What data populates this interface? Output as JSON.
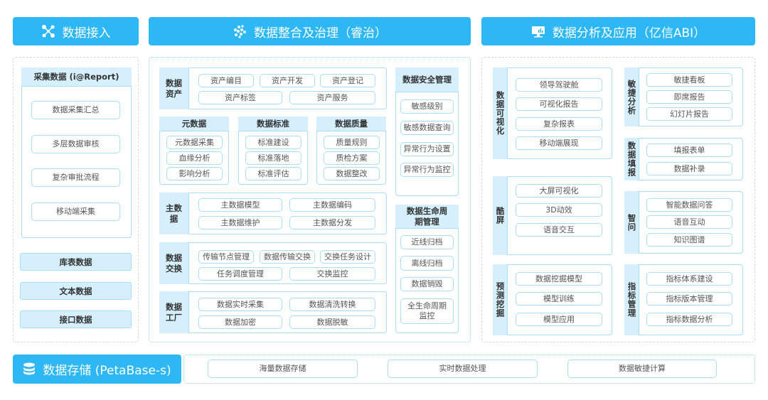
{
  "colors": {
    "header": "#2db7f5",
    "section_fill": "#d5f0fc",
    "border": "#a9dcf5"
  },
  "headers": [
    {
      "label": "数据接入",
      "icon": "network-nodes-icon"
    },
    {
      "label": "数据整合及治理（睿治）",
      "icon": "dots-grid-icon"
    },
    {
      "label": "数据分析及应用（亿信ABI）",
      "icon": "monitor-chart-icon"
    },
    {
      "label": "数据存储 (PetaBase-s)",
      "icon": "database-icon"
    }
  ],
  "ingest": {
    "collect": {
      "title": "采集数据 (i@Report)",
      "items": [
        "数据采集汇总",
        "多层数据审核",
        "复杂审批流程",
        "移动端采集"
      ]
    },
    "others": [
      "库表数据",
      "文本数据",
      "接口数据"
    ]
  },
  "governance": {
    "asset": {
      "title": "数据资产",
      "items": [
        "资产编目",
        "资产开发",
        "资产登记",
        "资产标签",
        "资产服务"
      ]
    },
    "meta": {
      "title": "元数据",
      "items": [
        "元数据采集",
        "血缘分析",
        "影响分析"
      ]
    },
    "standard": {
      "title": "数据标准",
      "items": [
        "标准建设",
        "标准落地",
        "标准评估"
      ]
    },
    "quality": {
      "title": "数据质量",
      "items": [
        "质量规则",
        "质检方案",
        "数据整改"
      ]
    },
    "master": {
      "title": "主数据",
      "items": [
        "主数据模型",
        "主数据编码",
        "主数据维护",
        "主数据分发"
      ]
    },
    "exchange": {
      "title": "数据交换",
      "items": [
        "传输节点管理",
        "数据传输交换",
        "交换任务设计",
        "任务调度管理",
        "交换监控"
      ]
    },
    "factory": {
      "title": "数据工厂",
      "items": [
        "数据实时采集",
        "数据清洗转换",
        "数据加密",
        "数据脱敏"
      ]
    },
    "security": {
      "title": "数据安全管理",
      "items": [
        "敏感级别",
        "敏感数据查询",
        "异常行为设置",
        "异常行为监控"
      ]
    },
    "lifecycle": {
      "title": "数据生命周期管理",
      "items": [
        "近线归档",
        "离线归档",
        "数据销毁",
        "全生命周期监控"
      ]
    }
  },
  "analysis": {
    "viz": {
      "title": "数据可视化",
      "items": [
        "领导驾驶舱",
        "可视化报告",
        "复杂报表",
        "移动端展现"
      ]
    },
    "screen": {
      "title": "酷屏",
      "items": [
        "大屏可视化",
        "3D动效",
        "语音交互"
      ]
    },
    "mining": {
      "title": "预测挖掘",
      "items": [
        "数据挖掘模型",
        "模型训练",
        "模型应用"
      ]
    },
    "agile": {
      "title": "敏捷分析",
      "items": [
        "敏捷看板",
        "即席报告",
        "幻灯片报告"
      ]
    },
    "fill": {
      "title": "数据填报",
      "items": [
        "填报表单",
        "数据补录"
      ]
    },
    "ask": {
      "title": "智问",
      "items": [
        "智能数据问答",
        "语音互动",
        "知识图谱"
      ]
    },
    "indicator": {
      "title": "指标管理",
      "items": [
        "指标体系建设",
        "指标版本管理",
        "指标数据分析"
      ]
    }
  },
  "storage": {
    "items": [
      "海量数据存储",
      "实时数据处理",
      "数据敏捷计算"
    ]
  }
}
